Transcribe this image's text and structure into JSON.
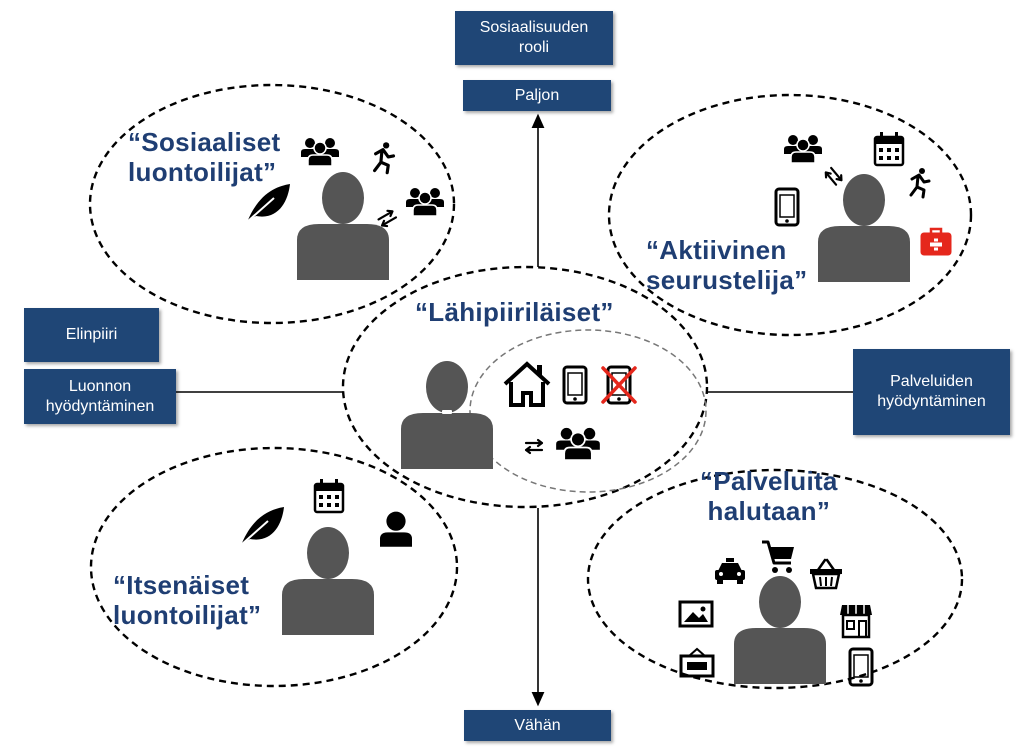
{
  "axis": {
    "top_title": "Sosiaalisuuden\nrooli",
    "top_label": "Paljon",
    "bottom_label": "Vähän",
    "left_title": "Elinpiiri",
    "left_label": "Luonnon\nhyödyntäminen",
    "right_label": "Palveluiden\nhyödyntäminen"
  },
  "personas": {
    "social_nature": "“Sosiaaliset\nluontoilijat”",
    "active_socializer": "“Aktiivinen\nseurustelija”",
    "local_circle": "“Lähipiiriläiset”",
    "independent_nature": "“Itsenäiset\nluontoilijat”",
    "services_wanted": "“Palveluita\nhalutaan”"
  },
  "colors": {
    "box_fill": "#1f4676",
    "title_text": "#1f3e73",
    "icon": "#000000",
    "silhouette": "#555555",
    "first_aid": "#e5271c",
    "crossed": "#e5271c"
  },
  "icons": [
    "group-icon",
    "runner-icon",
    "leaf-icon",
    "exchange-icon",
    "calendar-icon",
    "phone-icon",
    "first-aid-icon",
    "home-icon",
    "no-phone-icon",
    "person-icon",
    "taxi-icon",
    "cart-icon",
    "basket-icon",
    "store-icon",
    "image-icon",
    "sign-icon"
  ]
}
